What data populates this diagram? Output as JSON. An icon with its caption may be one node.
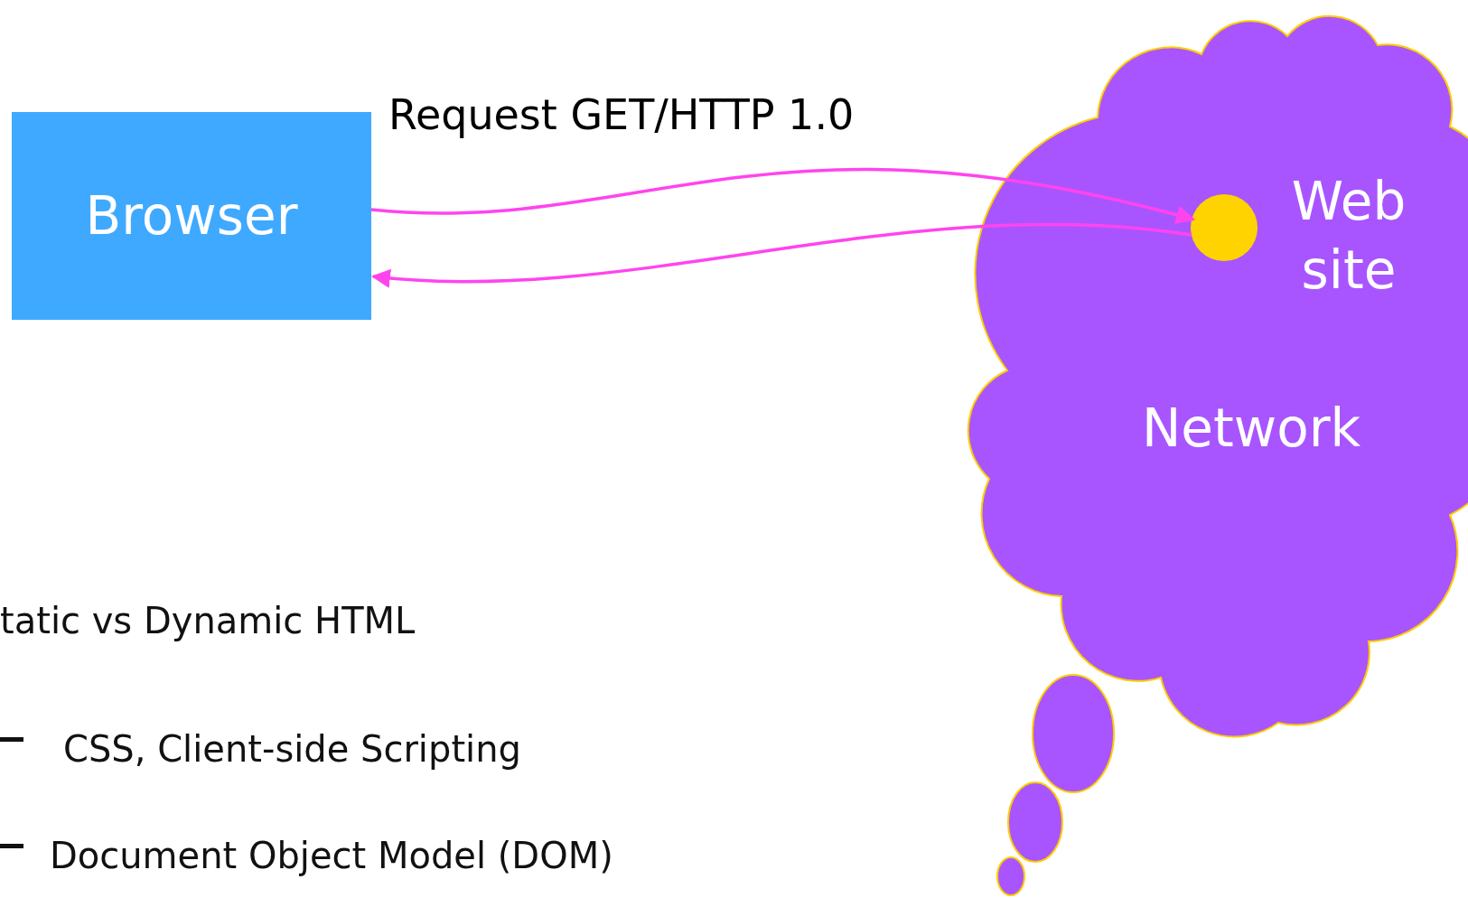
{
  "diagram": {
    "nodes": [
      {
        "text": [
          "Browser"
        ]
      },
      {
        "text": [
          "Network"
        ]
      },
      {
        "text": [],
        "shape": "circle",
        "in": 1,
        "beside": [
          "Web site"
        ]
      }
    ],
    "edges": [
      {
        "from": 0,
        "to": 2,
        "arrow": "to",
        "label": "Request GET/HTTP 1.0"
      },
      {
        "from": 2,
        "to": 0,
        "arrow": "to"
      }
    ],
    "labels": [
      "tatic vs Dynamic HTML",
      "CSS, Client-side Scripting",
      "Document Object Model (DOM)"
    ]
  }
}
